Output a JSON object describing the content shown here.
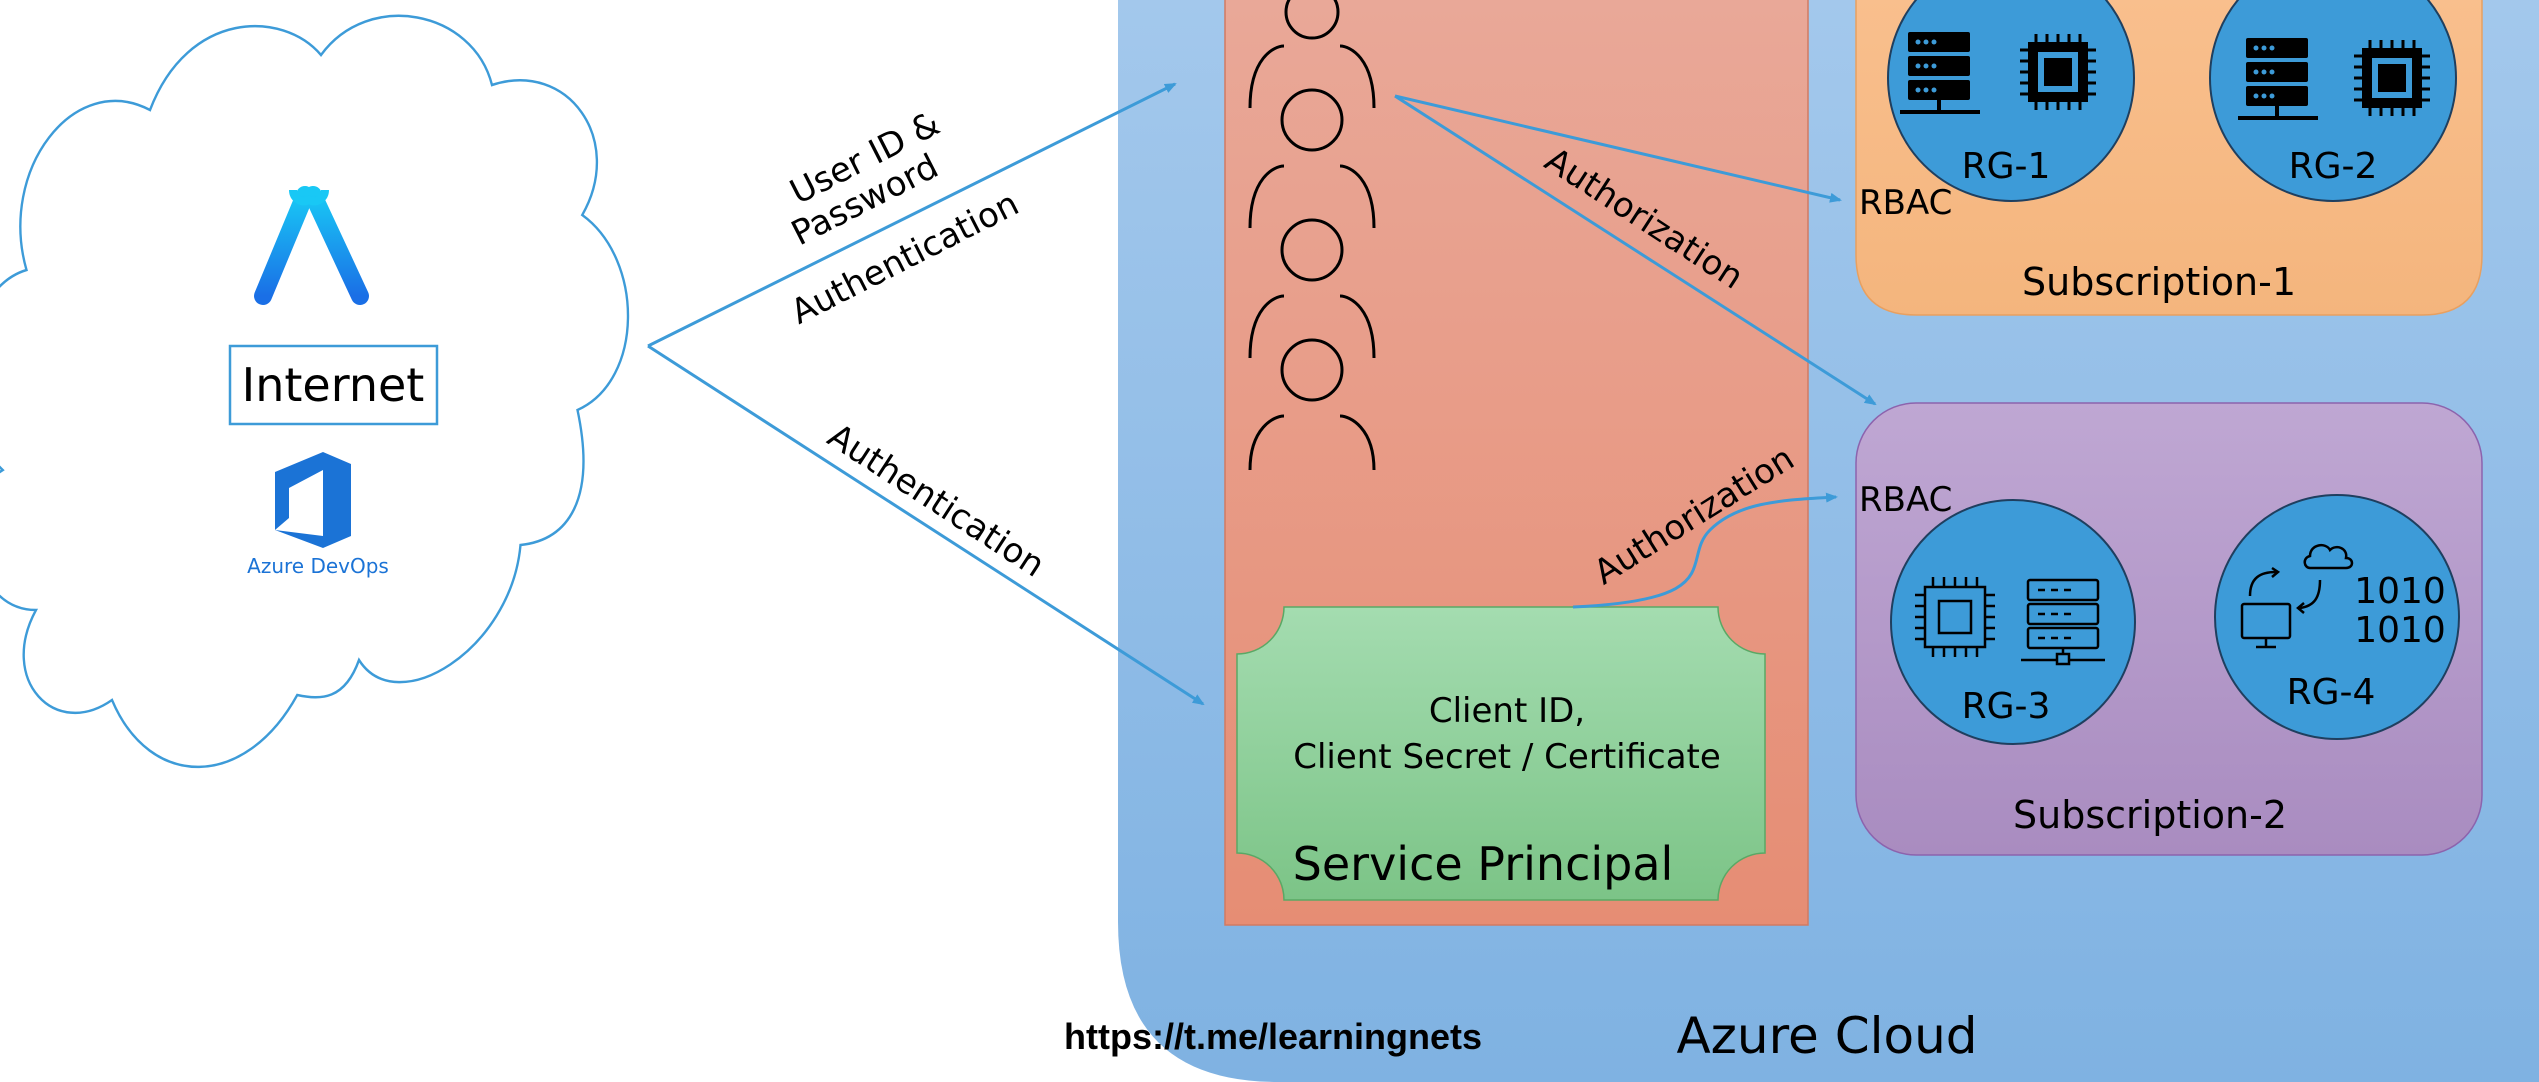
{
  "internet": {
    "label": "Internet",
    "devops_label": "Azure DevOps"
  },
  "auth": {
    "user_label_line1": "User ID &",
    "user_label_line2": "Password",
    "user_auth_label": "Authentication",
    "sp_auth_label": "Authentication"
  },
  "identity": {
    "sp_line1": "Client ID,",
    "sp_line2": "Client Secret / Certificate",
    "sp_title": "Service Principal"
  },
  "authorization": {
    "label_upper": "Authorization",
    "label_lower": "Authorization"
  },
  "subscriptions": [
    {
      "name": "Subscription-1",
      "rbac": "RBAC",
      "groups": [
        "RG-1",
        "RG-2"
      ]
    },
    {
      "name": "Subscription-2",
      "rbac": "RBAC",
      "groups": [
        "RG-3",
        "RG-4"
      ]
    }
  ],
  "cloud_label": "Azure Cloud",
  "watermark": "https://t.me/learningnets",
  "colors": {
    "azure_cloud": "#8dbbe6",
    "identity_panel": "#e4977c",
    "service_principal": "#8fd09a",
    "subscription_1": "#f6bb85",
    "subscription_2": "#b195c5",
    "resource_group": "#3d9bd8",
    "arrow": "#3d9bd8"
  },
  "icons": [
    "app-store-icon",
    "azure-devops-icon",
    "user-icon",
    "server-icon",
    "chip-icon",
    "cloud-sync-icon",
    "binary-icon"
  ]
}
